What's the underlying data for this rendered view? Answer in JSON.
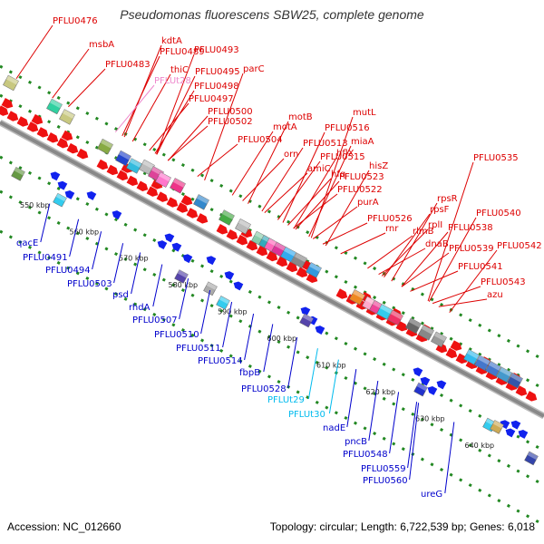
{
  "title": "Pseudomonas fluorescens SBW25, complete genome",
  "footer": {
    "accession": "Accession: NC_012660",
    "summary": "Topology: circular; Length: 6,722,539 bp; Genes: 6,018"
  },
  "colors": {
    "forward_label": "#dd0000",
    "reverse_label": "#0000cc",
    "trna_forward_label": "#ee88cc",
    "trna_reverse_label": "#00bbee",
    "backbone": "#888888",
    "tick": "#228822"
  },
  "tick_labels": [
    "550 kbp",
    "560 kbp",
    "570 kbp",
    "580 kbp",
    "590 kbp",
    "600 kbp",
    "610 kbp",
    "620 kbp",
    "630 kbp",
    "640 kbp"
  ],
  "upper_labels": [
    {
      "text": "PFLU0476",
      "color": "#dd0000"
    },
    {
      "text": "msbA",
      "color": "#dd0000"
    },
    {
      "text": "PFLU0483",
      "color": "#dd0000"
    },
    {
      "text": "kdtA",
      "color": "#dd0000"
    },
    {
      "text": "PFLU0489",
      "color": "#dd0000"
    },
    {
      "text": "PFLU0493",
      "color": "#dd0000"
    },
    {
      "text": "thiC",
      "color": "#dd0000"
    },
    {
      "text": "PFLU0495",
      "color": "#dd0000"
    },
    {
      "text": "parC",
      "color": "#dd0000"
    },
    {
      "text": "PFLUt28",
      "color": "#ee88cc"
    },
    {
      "text": "PFLU0498",
      "color": "#dd0000"
    },
    {
      "text": "PFLU0497",
      "color": "#dd0000"
    },
    {
      "text": "PFLU0500",
      "color": "#dd0000"
    },
    {
      "text": "PFLU0502",
      "color": "#dd0000"
    },
    {
      "text": "PFLU0504",
      "color": "#dd0000"
    },
    {
      "text": "motB",
      "color": "#dd0000"
    },
    {
      "text": "motA",
      "color": "#dd0000"
    },
    {
      "text": "PFLU0513",
      "color": "#dd0000"
    },
    {
      "text": "orn",
      "color": "#dd0000"
    },
    {
      "text": "mutL",
      "color": "#dd0000"
    },
    {
      "text": "PFLU0516",
      "color": "#dd0000"
    },
    {
      "text": "miaA",
      "color": "#dd0000"
    },
    {
      "text": "PFLU0515",
      "color": "#dd0000"
    },
    {
      "text": "hflX",
      "color": "#dd0000"
    },
    {
      "text": "amiC",
      "color": "#dd0000"
    },
    {
      "text": "hfq",
      "color": "#dd0000"
    },
    {
      "text": "hisZ",
      "color": "#dd0000"
    },
    {
      "text": "PFLU0523",
      "color": "#dd0000"
    },
    {
      "text": "PFLU0522",
      "color": "#dd0000"
    },
    {
      "text": "purA",
      "color": "#dd0000"
    },
    {
      "text": "PFLU0526",
      "color": "#dd0000"
    },
    {
      "text": "rnr",
      "color": "#dd0000"
    },
    {
      "text": "rlmB",
      "color": "#dd0000"
    },
    {
      "text": "PFLU0535",
      "color": "#dd0000"
    },
    {
      "text": "rpsR",
      "color": "#dd0000"
    },
    {
      "text": "rpsF",
      "color": "#dd0000"
    },
    {
      "text": "rplI",
      "color": "#dd0000"
    },
    {
      "text": "PFLU0538",
      "color": "#dd0000"
    },
    {
      "text": "dnaB",
      "color": "#dd0000"
    },
    {
      "text": "PFLU0540",
      "color": "#dd0000"
    },
    {
      "text": "PFLU0539",
      "color": "#dd0000"
    },
    {
      "text": "PFLU0542",
      "color": "#dd0000"
    },
    {
      "text": "PFLU0541",
      "color": "#dd0000"
    },
    {
      "text": "PFLU0543",
      "color": "#dd0000"
    },
    {
      "text": "azu",
      "color": "#dd0000"
    }
  ],
  "lower_labels": [
    {
      "text": "qacE",
      "color": "#0000cc"
    },
    {
      "text": "PFLU0491",
      "color": "#0000cc"
    },
    {
      "text": "PFLU0494",
      "color": "#0000cc"
    },
    {
      "text": "PFLU0503",
      "color": "#0000cc"
    },
    {
      "text": "psd",
      "color": "#0000cc"
    },
    {
      "text": "rhdA",
      "color": "#0000cc"
    },
    {
      "text": "PFLU0507",
      "color": "#0000cc"
    },
    {
      "text": "PFLU0510",
      "color": "#0000cc"
    },
    {
      "text": "PFLU0511",
      "color": "#0000cc"
    },
    {
      "text": "PFLU0514",
      "color": "#0000cc"
    },
    {
      "text": "fbpB",
      "color": "#0000cc"
    },
    {
      "text": "PFLU0528",
      "color": "#0000cc"
    },
    {
      "text": "PFLUt29",
      "color": "#00bbee"
    },
    {
      "text": "PFLUt30",
      "color": "#00bbee"
    },
    {
      "text": "nadE",
      "color": "#0000cc"
    },
    {
      "text": "pncB",
      "color": "#0000cc"
    },
    {
      "text": "PFLU0548",
      "color": "#0000cc"
    },
    {
      "text": "PFLU0559",
      "color": "#0000cc"
    },
    {
      "text": "PFLU0560",
      "color": "#0000cc"
    },
    {
      "text": "ureG",
      "color": "#0000cc"
    }
  ]
}
